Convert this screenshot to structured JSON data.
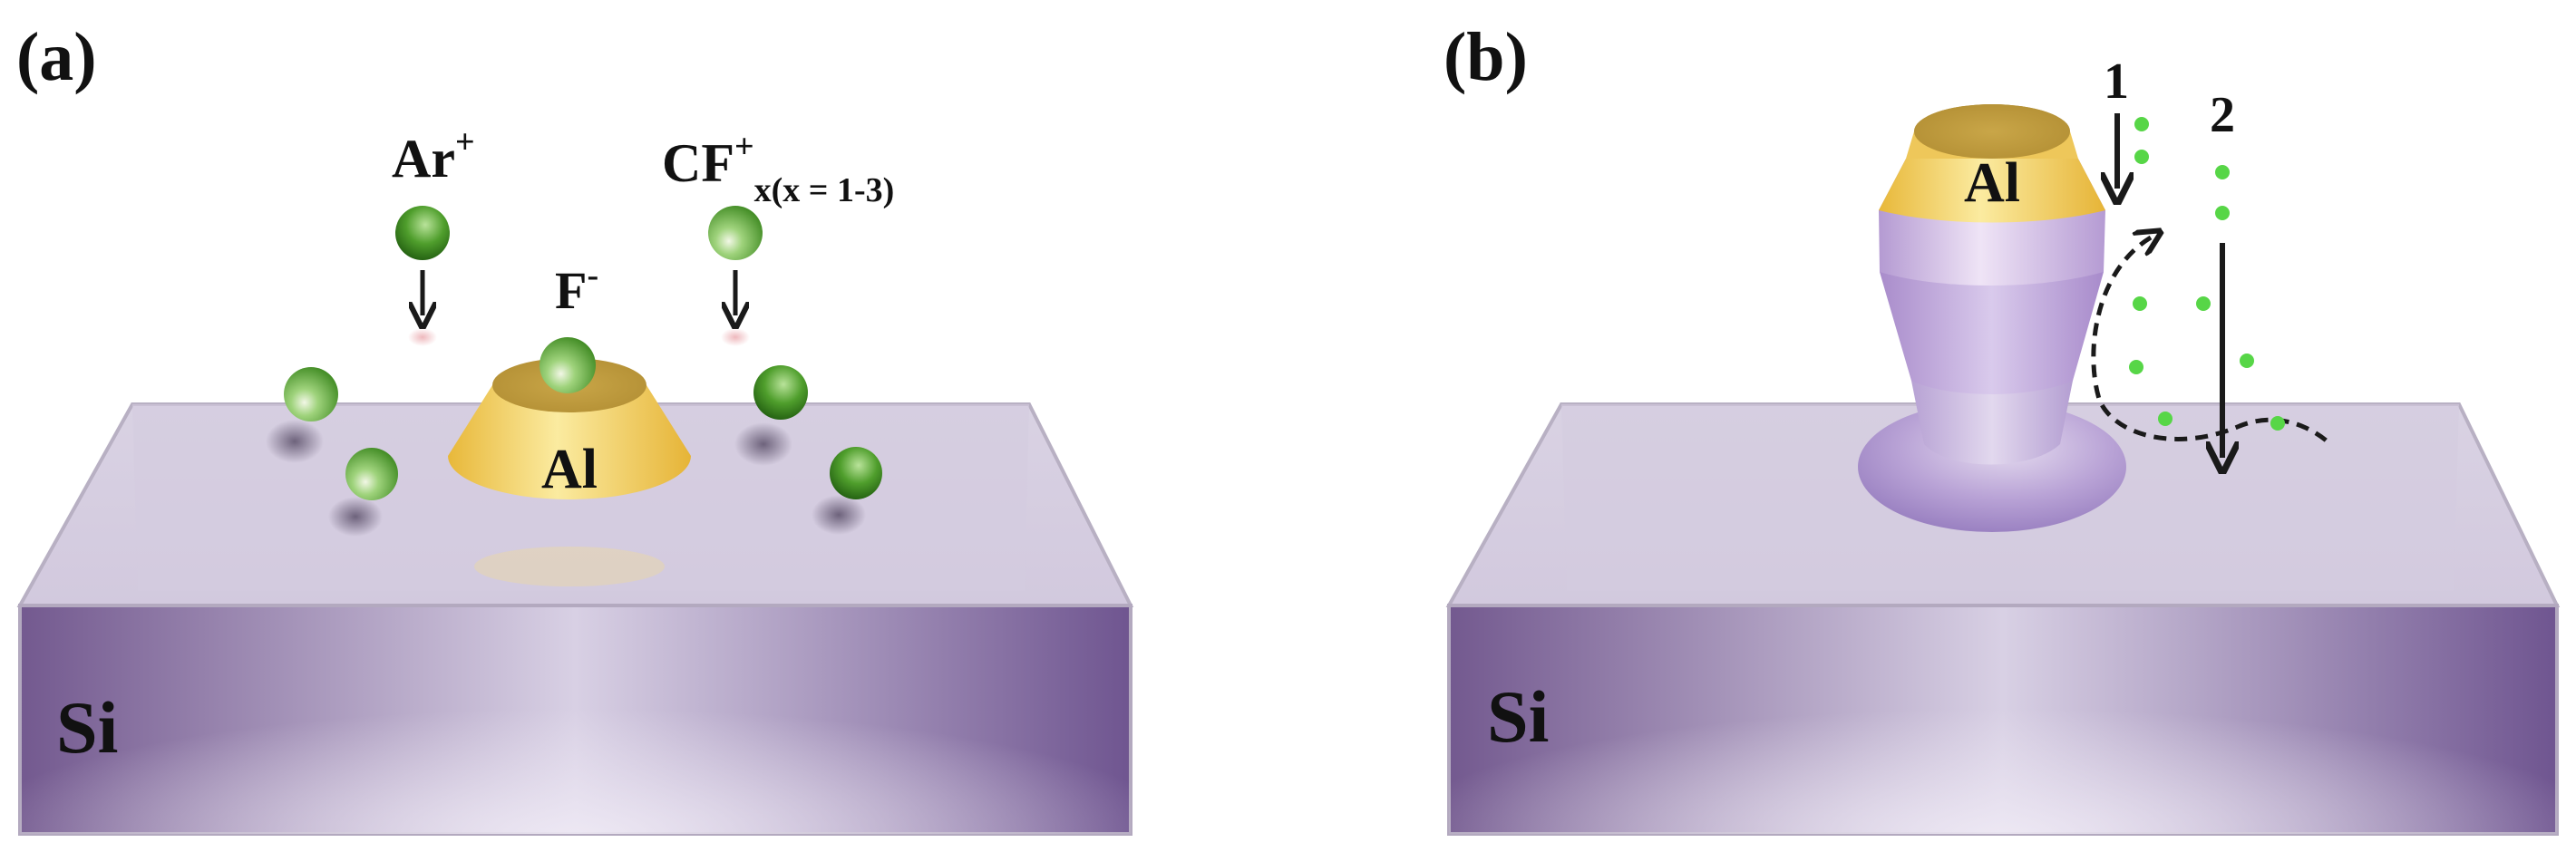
{
  "panel_a": {
    "label": "(a)",
    "substrate_label": "Si",
    "mask_label": "Al",
    "ion_ar": {
      "main": "Ar",
      "sup": "+"
    },
    "ion_f": {
      "main": "F",
      "sup": "-"
    },
    "ion_cf": {
      "main": "CF",
      "sup": "+",
      "sub": "x(x = 1-3)"
    }
  },
  "panel_b": {
    "label": "(b)",
    "substrate_label": "Si",
    "mask_label": "Al",
    "path_1_label": "1",
    "path_2_label": "2"
  },
  "colors": {
    "ion_green": "#5fbf3a",
    "dot_green": "#57d647",
    "al_gold": "#f1cd5c",
    "substrate_purple": "#7a6096",
    "substrate_top": "#ddd6e6"
  }
}
